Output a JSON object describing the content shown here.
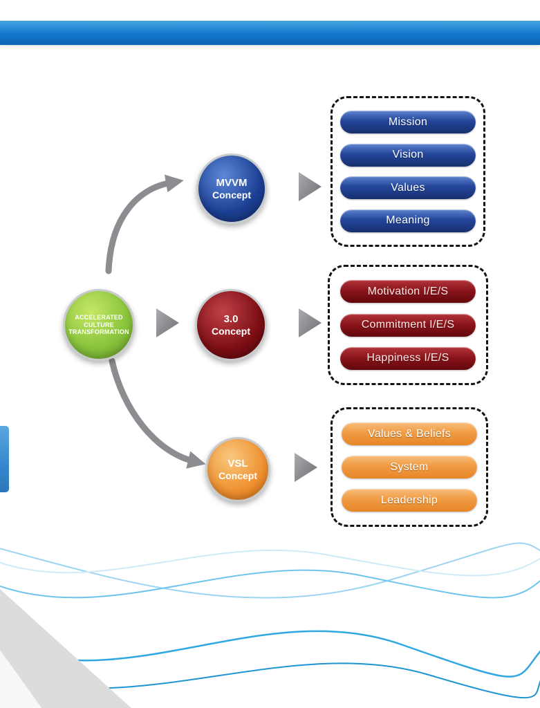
{
  "slide": {
    "root_node": {
      "label": "ACCELERATED CULTURE TRANSFORMATION"
    },
    "branches": [
      {
        "name": "mvvm",
        "concept_title": "MVVM",
        "concept_subtitle": "Concept",
        "color": "#1c3f93",
        "items": [
          "Mission",
          "Vision",
          "Values",
          "Meaning"
        ]
      },
      {
        "name": "3.0",
        "concept_title": "3.0",
        "concept_subtitle": "Concept",
        "color": "#7c0e14",
        "items": [
          "Motivation I/E/S",
          "Commitment I/E/S",
          "Happiness I/E/S"
        ]
      },
      {
        "name": "vsl",
        "concept_title": "VSL",
        "concept_subtitle": "Concept",
        "color": "#ee8f2f",
        "items": [
          "Values & Beliefs",
          "System",
          "Leadership"
        ]
      }
    ],
    "colors": {
      "header_blue": "#1478cb",
      "root_green": "#8cc63e",
      "arrow_gray": "#8b8d90",
      "wave_blue": "#2fa7e0"
    }
  }
}
